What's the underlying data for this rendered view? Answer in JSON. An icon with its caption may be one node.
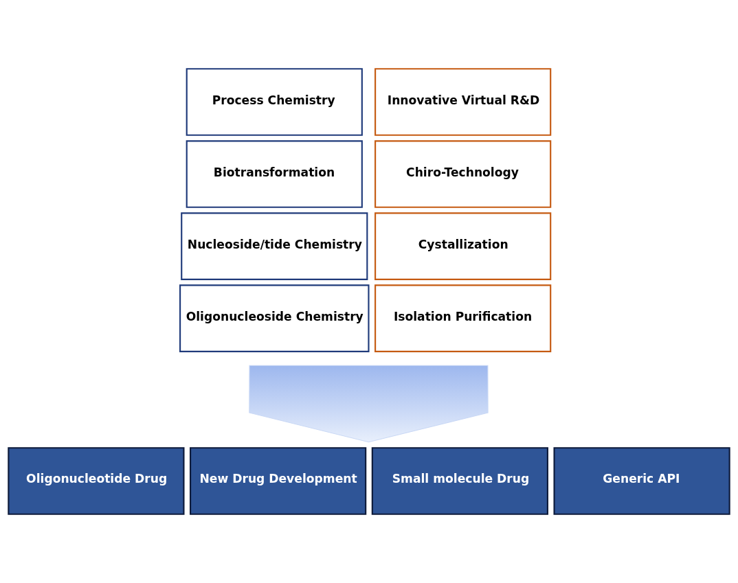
{
  "diagram": {
    "nodes": [
      {
        "text": [
          "Process Chemistry"
        ]
      },
      {
        "text": [
          "Innovative Virtual R&D"
        ]
      },
      {
        "text": [
          "Biotransformation"
        ]
      },
      {
        "text": [
          "Chiro-Technology"
        ]
      },
      {
        "text": [
          "Nucleoside/tide Chemistry"
        ]
      },
      {
        "text": [
          "Cystallization"
        ]
      },
      {
        "text": [
          "Oligonucleoside Chemistry"
        ]
      },
      {
        "text": [
          "Isolation Purification"
        ]
      },
      {
        "text": [],
        "shape": "arrow"
      },
      {
        "text": [
          "Oligonucleotide Drug"
        ]
      },
      {
        "text": [
          "New Drug Development"
        ]
      },
      {
        "text": [
          "Small molecule Drug"
        ]
      },
      {
        "text": [
          "Generic API"
        ]
      }
    ]
  }
}
